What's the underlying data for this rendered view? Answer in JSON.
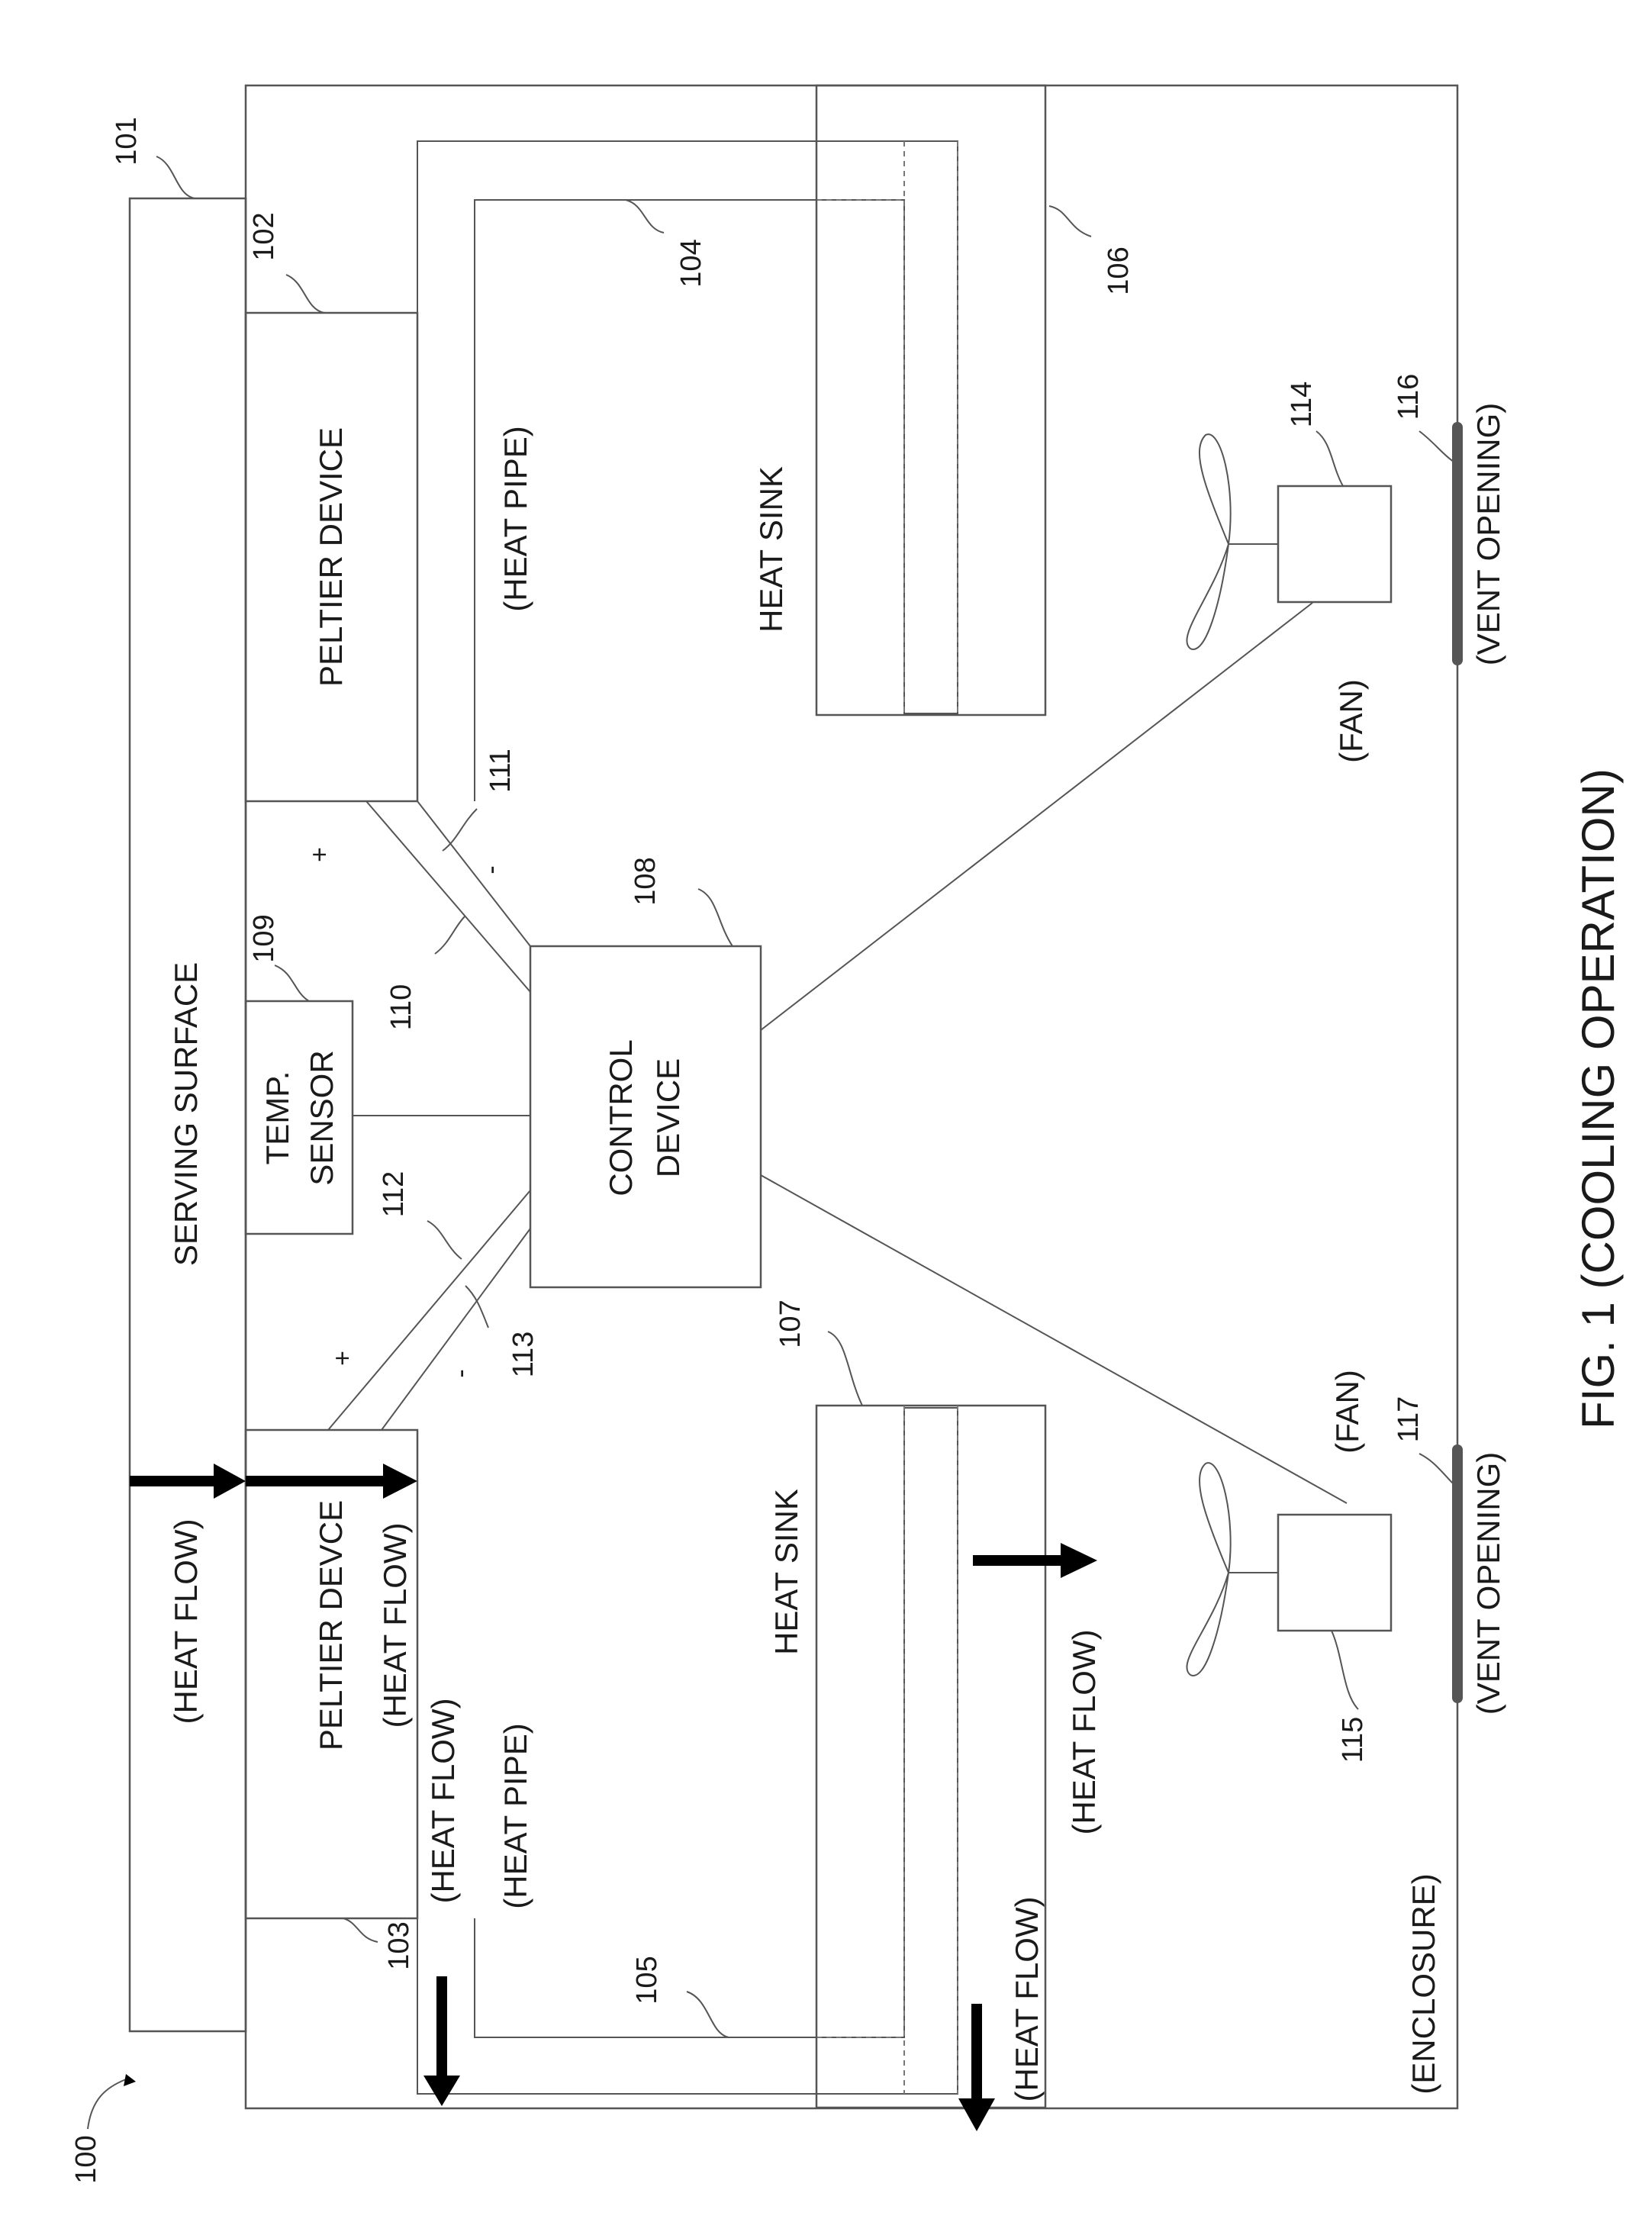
{
  "figure": {
    "caption": "FIG. 1 (COOLING OPERATION)",
    "refs": {
      "r100": "100",
      "r101": "101",
      "r102": "102",
      "r103": "103",
      "r104": "104",
      "r105": "105",
      "r106": "106",
      "r107": "107",
      "r108": "108",
      "r109": "109",
      "r110": "110",
      "r111": "111",
      "r112": "112",
      "r113": "113",
      "r114": "114",
      "r115": "115",
      "r116": "116",
      "r117": "117"
    },
    "labels": {
      "serving_surface": "SERVING SURFACE",
      "peltier_device_top": "PELTIER DEVICE",
      "peltier_device_bottom": "PELTIER DEVCE",
      "heat_pipe_top": "(HEAT PIPE)",
      "heat_pipe_bottom": "(HEAT PIPE)",
      "heat_sink_top": "HEAT SINK",
      "heat_sink_bottom": "HEAT SINK",
      "temp_sensor_1": "TEMP.",
      "temp_sensor_2": "SENSOR",
      "control_device_1": "CONTROL",
      "control_device_2": "DEVICE",
      "fan_top": "(FAN)",
      "fan_bottom": "(FAN)",
      "vent_top": "(VENT OPENING)",
      "vent_bottom": "(VENT OPENING)",
      "enclosure": "(ENCLOSURE)",
      "heat_flow_surface": "(HEAT FLOW)",
      "heat_flow_peltier": "(HEAT FLOW)",
      "heat_flow_pipe": "(HEAT FLOW)",
      "heat_flow_sink": "(HEAT FLOW)",
      "heat_flow_exit": "(HEAT FLOW)",
      "plus_top": "+",
      "minus_top": "-",
      "plus_bottom": "+",
      "minus_bottom": "-"
    }
  }
}
